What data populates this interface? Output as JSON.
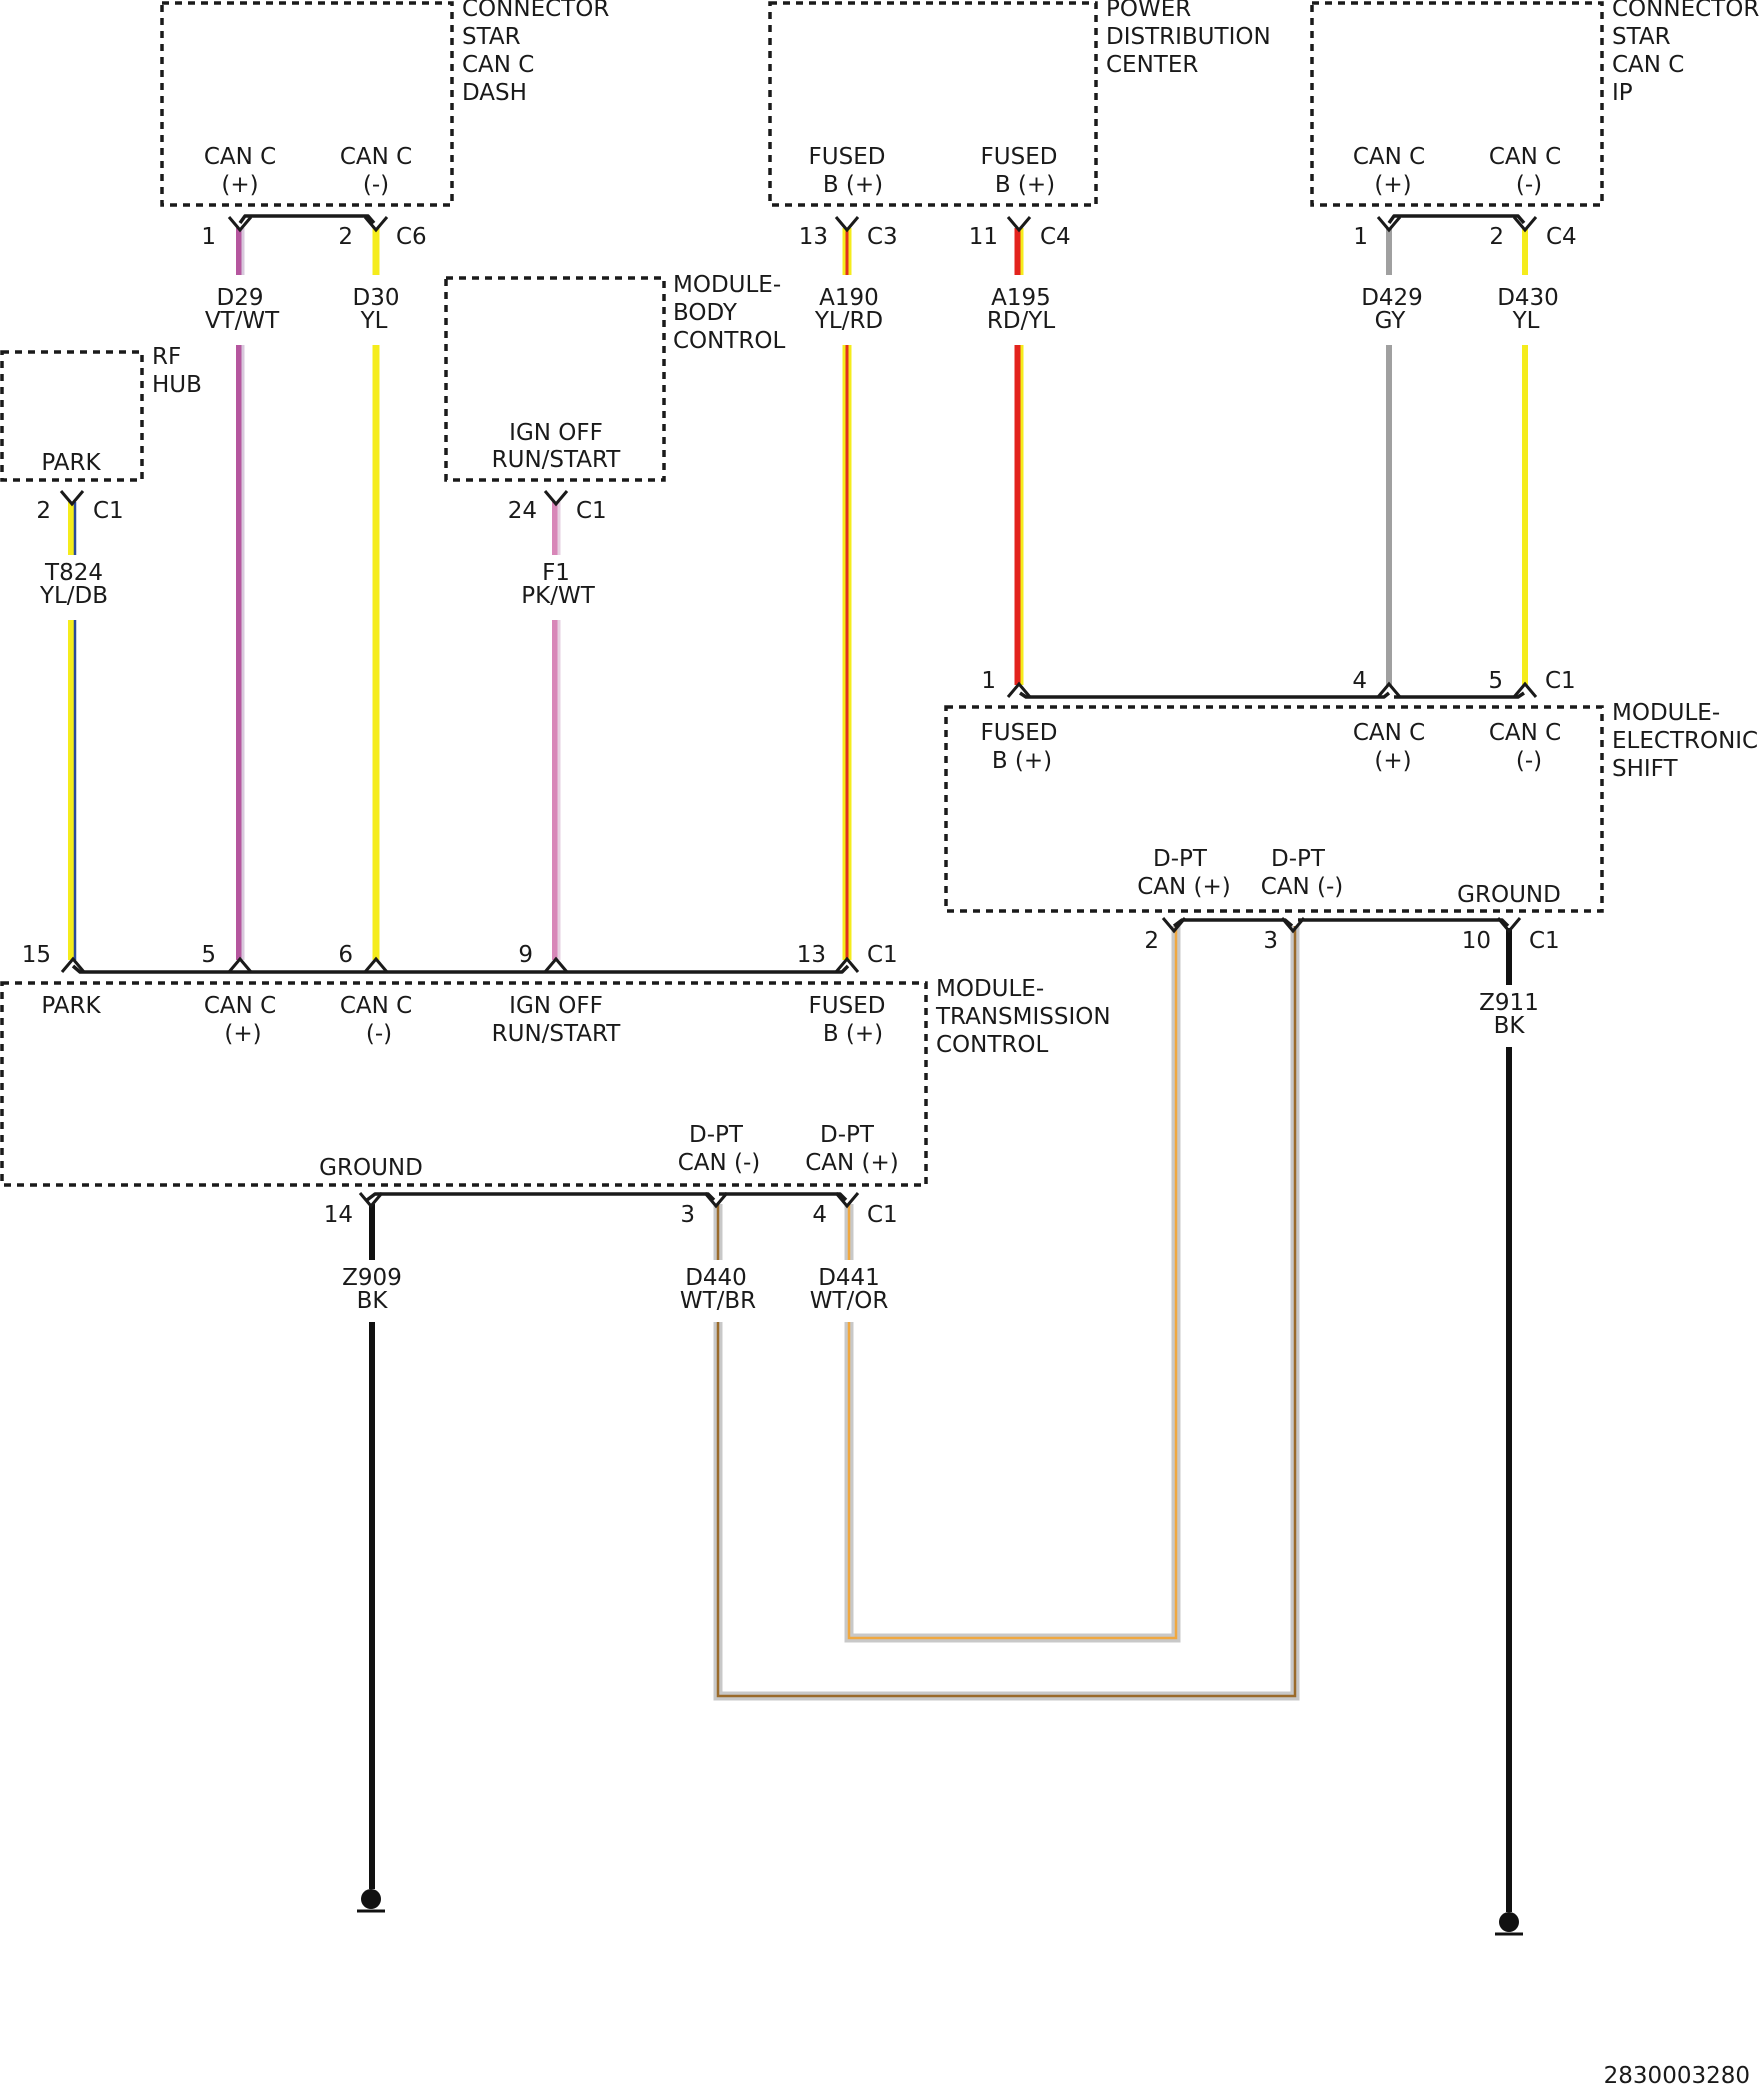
{
  "diagram_id": "2830003280",
  "components": {
    "star_dash": [
      "CONNECTOR",
      "STAR",
      "CAN C",
      "DASH"
    ],
    "pdc": [
      "POWER",
      "DISTRIBUTION",
      "CENTER"
    ],
    "star_ip": [
      "CONNECTOR",
      "STAR",
      "CAN C",
      "IP"
    ],
    "rf_hub": [
      "RF",
      "HUB"
    ],
    "bcm": [
      "MODULE-",
      "BODY",
      "CONTROL"
    ],
    "esm": [
      "MODULE-",
      "ELECTRONIC",
      "SHIFT"
    ],
    "tcm": [
      "MODULE-",
      "TRANSMISSION",
      "CONTROL"
    ]
  },
  "pin_labels": {
    "dash_canc_plus": [
      "CAN C",
      "(+)"
    ],
    "dash_canc_minus": [
      "CAN C",
      "(-)"
    ],
    "pdc_fused_1": [
      "FUSED",
      "B (+)"
    ],
    "pdc_fused_2": [
      "FUSED",
      "B (+)"
    ],
    "ip_canc_plus": [
      "CAN C",
      "(+)"
    ],
    "ip_canc_minus": [
      "CAN C",
      "(-)"
    ],
    "rf_park": [
      "PARK"
    ],
    "bcm_ign": [
      "IGN OFF",
      "RUN/START"
    ],
    "esm_fused": [
      "FUSED",
      "B (+)"
    ],
    "esm_canc_plus": [
      "CAN C",
      "(+)"
    ],
    "esm_canc_minus": [
      "CAN C",
      "(-)"
    ],
    "esm_dpt_plus": [
      "D-PT",
      "CAN (+)"
    ],
    "esm_dpt_minus": [
      "D-PT",
      "CAN (-)"
    ],
    "esm_ground": [
      "GROUND"
    ],
    "tcm_park": [
      "PARK"
    ],
    "tcm_canc_plus": [
      "CAN C",
      "(+)"
    ],
    "tcm_canc_minus": [
      "CAN C",
      "(-)"
    ],
    "tcm_ign": [
      "IGN OFF",
      "RUN/START"
    ],
    "tcm_fused": [
      "FUSED",
      "B (+)"
    ],
    "tcm_ground": [
      "GROUND"
    ],
    "tcm_dpt_minus": [
      "D-PT",
      "CAN (-)"
    ],
    "tcm_dpt_plus": [
      "D-PT",
      "CAN (+)"
    ]
  },
  "pins": {
    "dash_1": "1",
    "dash_2": "2",
    "dash_conn": "C6",
    "pdc_13": "13",
    "pdc_c3": "C3",
    "pdc_11": "11",
    "pdc_c4": "C4",
    "ip_1": "1",
    "ip_2": "2",
    "ip_conn": "C4",
    "rf_2": "2",
    "rf_conn": "C1",
    "bcm_24": "24",
    "bcm_conn": "C1",
    "esm_1": "1",
    "esm_4": "4",
    "esm_5": "5",
    "esm_top_conn": "C1",
    "esm_2": "2",
    "esm_3": "3",
    "esm_10": "10",
    "esm_bot_conn": "C1",
    "tcm_15": "15",
    "tcm_5": "5",
    "tcm_6": "6",
    "tcm_9": "9",
    "tcm_13": "13",
    "tcm_top_conn": "C1",
    "tcm_14": "14",
    "tcm_3": "3",
    "tcm_4": "4",
    "tcm_bot_conn": "C1"
  },
  "wires": {
    "d29": {
      "id": "D29",
      "color": "VT/WT",
      "base": "#b5569e",
      "tracer": "#d8c8dc"
    },
    "d30": {
      "id": "D30",
      "color": "YL",
      "base": "#f5ec1c"
    },
    "a190": {
      "id": "A190",
      "color": "YL/RD",
      "base": "#f5ec1c",
      "tracer": "#e03020"
    },
    "a195": {
      "id": "A195",
      "color": "RD/YL",
      "base": "#e3231d",
      "tracer": "#f5ec1c"
    },
    "d429": {
      "id": "D429",
      "color": "GY",
      "base": "#a0a0a0"
    },
    "d430": {
      "id": "D430",
      "color": "YL",
      "base": "#f5ec1c"
    },
    "t824": {
      "id": "T824",
      "color": "YL/DB",
      "base": "#f5ec1c",
      "tracer": "#2b4a9a"
    },
    "f1": {
      "id": "F1",
      "color": "PK/WT",
      "base": "#d886b8",
      "tracer": "#e6cfe0"
    },
    "z909": {
      "id": "Z909",
      "color": "BK",
      "base": "#111111"
    },
    "z911": {
      "id": "Z911",
      "color": "BK",
      "base": "#111111"
    },
    "d440": {
      "id": "D440",
      "color": "WT/BR",
      "base": "#c8c8c8",
      "tracer": "#9a6a2a"
    },
    "d441": {
      "id": "D441",
      "color": "WT/OR",
      "base": "#c8c8c8",
      "tracer": "#f0a840"
    }
  }
}
